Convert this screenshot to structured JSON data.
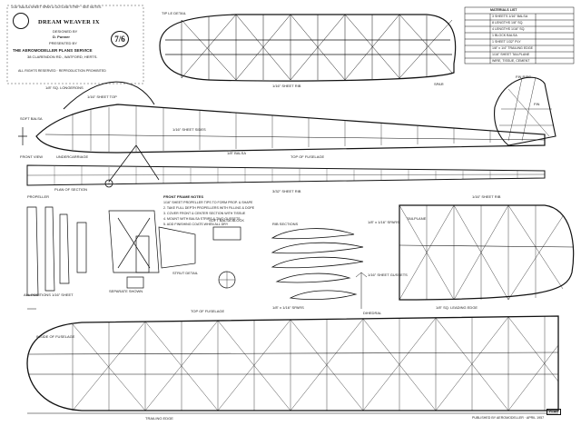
{
  "plan": {
    "header_strip": "1/16\" BALSA SHEET SPAR & OUTLINE STRIP · SEE NOTES",
    "title": "DREAM WEAVER IX",
    "designer_line": "DESIGNED BY",
    "designer": "D. Punner",
    "presented_by": "PRESENTED BY",
    "price_badge": "7/6",
    "company": "THE AEROMODELLER PLANS SERVICE",
    "address": "38 CLARENDON RD., WATFORD, HERTS.",
    "copyright_note": "ALL RIGHTS RESERVED · REPRODUCTION PROHIBITED",
    "publisher_footer": "PUBLISHED BY AEROMODELLER · APRIL 1957",
    "stamp": "PLAN"
  },
  "fuselage_labels": [
    "1/8\" SQ. LONGERONS",
    "1/16\" SHEET TOP",
    "SOFT BALSA",
    "1/16\" SHEET SIDES",
    "1/8\" BALSA",
    "TOP OF FUSELAGE",
    "UNDERCARRIAGE",
    "FRONT VIEW",
    "PLAN OF SECTION"
  ],
  "wing_labels": [
    "TIP LE DETAIL",
    "1/16\" SHEET RIB",
    "SPAR",
    "1/8\" x 1/16\" SPARS",
    "1/8\" SQ. LEADING EDGE",
    "TRAILING EDGE",
    "TOP OF FUSELAGE",
    "INSIDE OF FUSELAGE",
    "ALL POSITIONS 1/16\" SHEET"
  ],
  "notes": {
    "heading": "FRONT FRAME NOTES",
    "lines": [
      "1/16\" SHEET PROPELLER TIPS TO FORM PROP. & SHAPE",
      "2. TAKE FULL DEPTH PROPELLERS WITH FILLING & DOPE",
      "3. COVER FRONT & CENTER SECTION WITH TISSUE",
      "4. MOUNT WITH BALSA STRIPS & TWO GUSSETS",
      "5. ADD FINISHING COATS WHEN ALL DRY"
    ]
  },
  "table": {
    "heading": "MATERIALS LIST",
    "rows": [
      "3 SHEETS 1/16\" BALSA",
      "8 LENGTHS 1/8\" SQ.",
      "4 LENGTHS 1/16\" SQ.",
      "1 BLOCK BALSA",
      "1 SHEET 1/32\" PLY",
      "1/8\" x 1/4\" TRAILING EDGE",
      "1/16\" SHEET TAILPLANE",
      "WIRE, TISSUE, CEMENT"
    ]
  },
  "tail_labels": [
    "1/16\" SHEET RIB",
    "FIN RIBS",
    "TAILPLANE",
    "FIN"
  ],
  "misc_labels": [
    "PROPELLER",
    "RIB SECTIONS",
    "SEPARATE SHOWN",
    "STRUT DETAIL",
    "SOFT BALSA BLOCK",
    "3/32\" SHEET RIB",
    "1/8\" x 1/16\" SPARS",
    "1/16\" SHEET GUSSETS",
    "DIHEDRAL"
  ]
}
